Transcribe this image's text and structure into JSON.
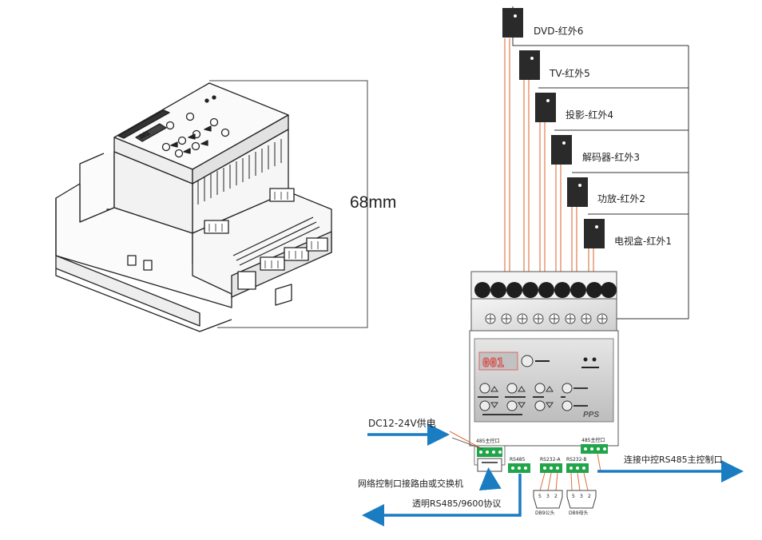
{
  "dimension": "68mm",
  "brand": "PPS",
  "display_code": "001",
  "emitters": [
    {
      "label": "DVD-红外6"
    },
    {
      "label": "TV-红外5"
    },
    {
      "label": "投影-红外4"
    },
    {
      "label": "解码器-红外3"
    },
    {
      "label": "功放-红外2"
    },
    {
      "label": "电视盒-红外1"
    }
  ],
  "ports": {
    "left_485": "485主控口",
    "rs485": "RS485",
    "rs232a": "RS232-A",
    "rs232b": "RS232-B",
    "right_485": "485主控口"
  },
  "db9": {
    "male_label": "DB9公头",
    "female_label": "DB9母头",
    "pins": [
      "5",
      "3",
      "2"
    ]
  },
  "callouts": {
    "power": "DC12-24V供电",
    "network": "网络控制口接路由或交换机",
    "transparent": "透明RS485/9600协议",
    "master": "连接中控RS485主控制口"
  },
  "colors": {
    "arrow": "#1a7cc1",
    "ir_wire": "#e0703a",
    "terminal_green": "#22a44a",
    "body_gray": "#c9c9c9"
  }
}
